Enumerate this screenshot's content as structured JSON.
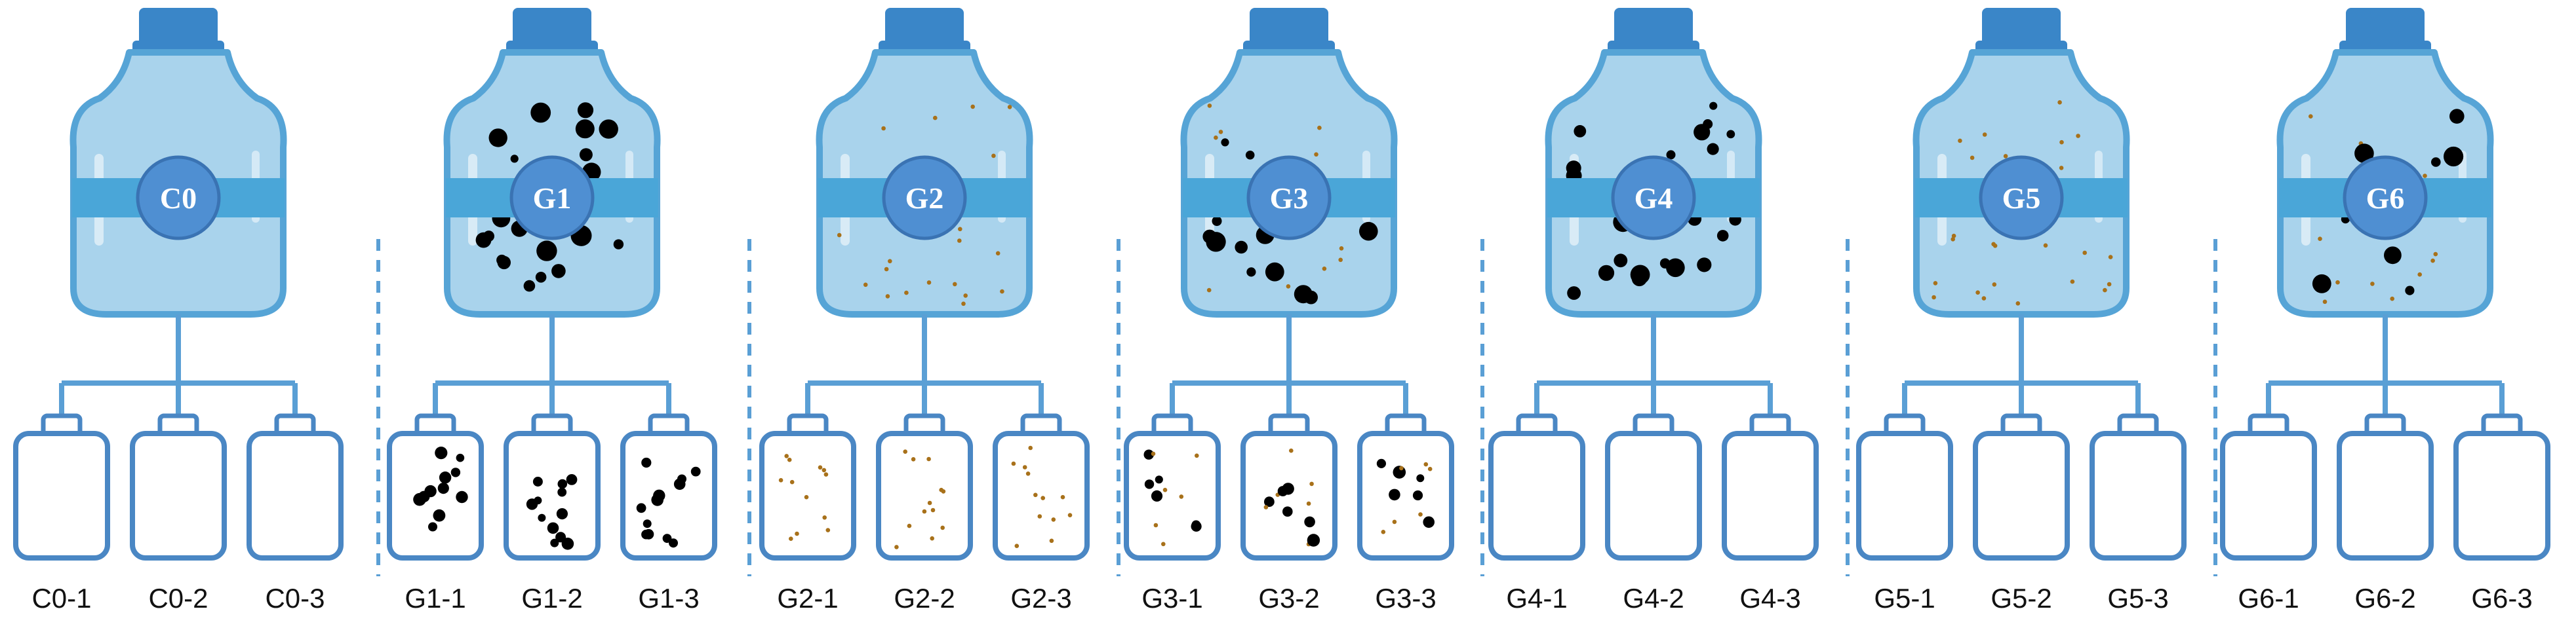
{
  "colors": {
    "bottle_body": "#a9d3ec",
    "bottle_outline": "#56a4d6",
    "bottle_cap": "#3a86c8",
    "band": "#4aa6d8",
    "label_circle": "#4f8fd2",
    "label_circle_stroke": "#3a73b3",
    "label_text": "#ffffff",
    "connector": "#5a9fd5",
    "divider": "#5a9fd5",
    "jar_outline": "#4a87c4",
    "jar_fill": "#ffffff",
    "particle_black": "#000000",
    "particle_brown": "#a8711a",
    "caption_text": "#111111"
  },
  "groups": [
    {
      "label": "C0",
      "particles": "none",
      "samples": [
        "C0-1",
        "C0-2",
        "C0-3"
      ]
    },
    {
      "label": "G1",
      "particles": "black",
      "samples": [
        "G1-1",
        "G1-2",
        "G1-3"
      ]
    },
    {
      "label": "G2",
      "particles": "brown",
      "samples": [
        "G2-1",
        "G2-2",
        "G2-3"
      ]
    },
    {
      "label": "G3",
      "particles": "mixed",
      "samples": [
        "G3-1",
        "G3-2",
        "G3-3"
      ]
    },
    {
      "label": "G4",
      "particles": "black",
      "samples": [
        "G4-1",
        "G4-2",
        "G4-3"
      ],
      "samples_empty": true
    },
    {
      "label": "G5",
      "particles": "brown",
      "samples": [
        "G5-1",
        "G5-2",
        "G5-3"
      ],
      "samples_empty": true
    },
    {
      "label": "G6",
      "particles": "mixed",
      "samples": [
        "G6-1",
        "G6-2",
        "G6-3"
      ],
      "samples_empty": true
    }
  ]
}
